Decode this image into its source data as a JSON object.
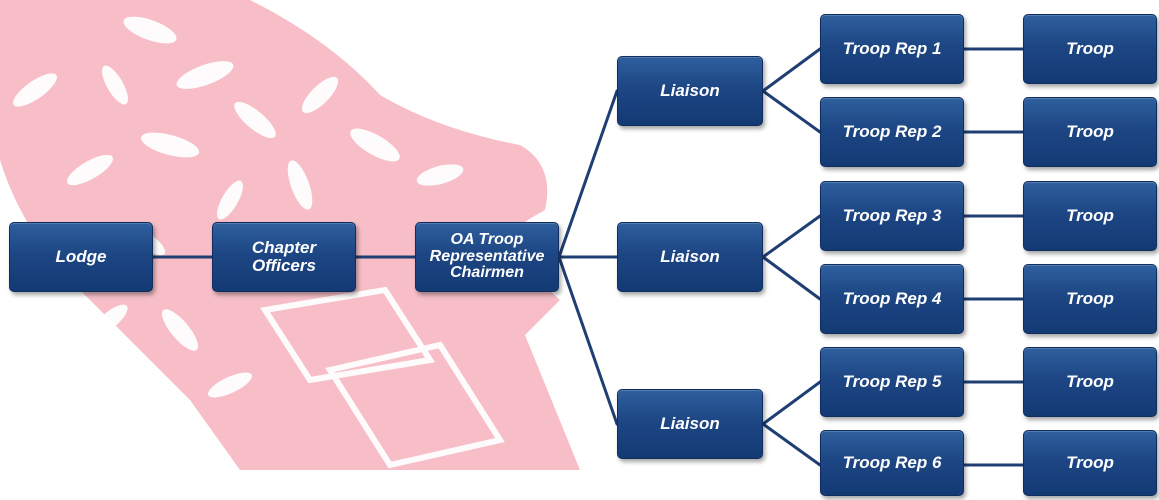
{
  "diagram": {
    "nodes": {
      "lodge": "Lodge",
      "chapter_officers": "Chapter\nOfficers",
      "oa_troop_rep_chairmen": "OA Troop\nRepresentative\nChairmen",
      "liaisons": [
        "Liaison",
        "Liaison",
        "Liaison"
      ],
      "troop_reps": [
        "Troop Rep 1",
        "Troop Rep 2",
        "Troop Rep 3",
        "Troop Rep 4",
        "Troop Rep 5",
        "Troop Rep 6"
      ],
      "troops": [
        "Troop",
        "Troop",
        "Troop",
        "Troop",
        "Troop",
        "Troop"
      ]
    }
  },
  "colors": {
    "node_fill": "#1d4684",
    "node_text": "#ffffff",
    "connector": "#1f3e73",
    "background_art": "#f6b8c2"
  },
  "icons": {
    "background": "decorative-sash-artwork"
  }
}
